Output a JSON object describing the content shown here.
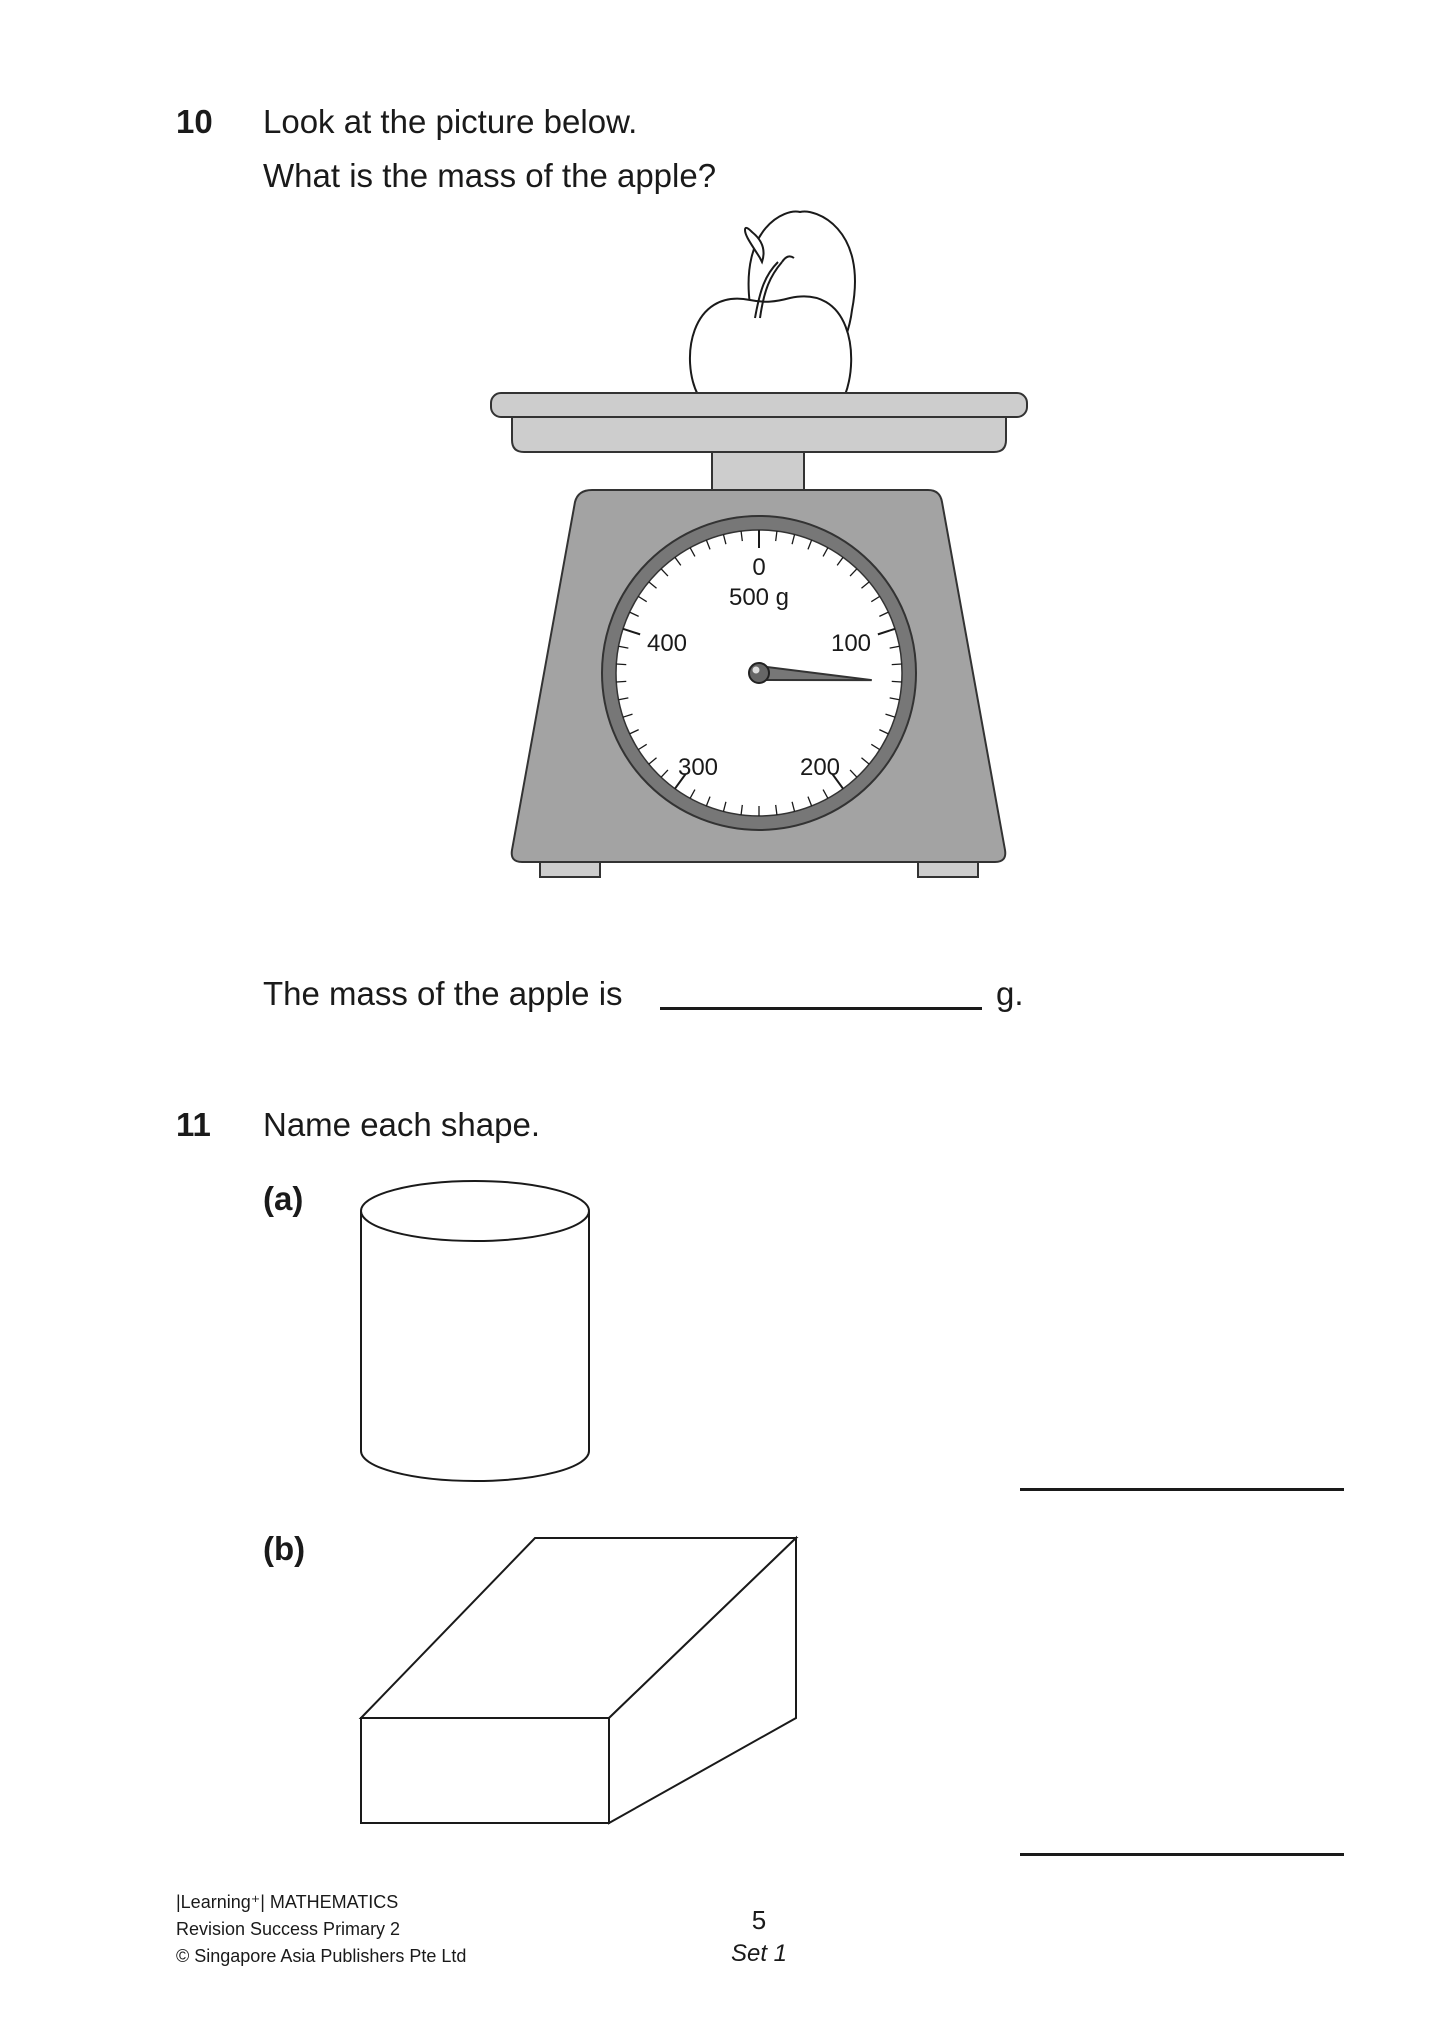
{
  "q10": {
    "number": "10",
    "line1": "Look at the picture below.",
    "line2": "What is the mass of the apple?",
    "scale": {
      "max_label": "500 g",
      "zero_label": "0",
      "dial_labels": [
        "100",
        "200",
        "300",
        "400"
      ],
      "capacity_g": 500,
      "pointer_reading_g": 130,
      "body_color": "#a3a3a3",
      "tray_color": "#cdcdcd"
    },
    "answer_prefix": "The mass of the apple is",
    "answer_unit": "g."
  },
  "q11": {
    "number": "11",
    "prompt": "Name each shape.",
    "part_a": "(a)",
    "part_b": "(b)"
  },
  "footer": {
    "line1": "|Learning⁺| MATHEMATICS",
    "line2": "Revision Success Primary 2",
    "line3": "© Singapore Asia Publishers Pte Ltd",
    "page_number": "5",
    "set_label": "Set 1"
  }
}
